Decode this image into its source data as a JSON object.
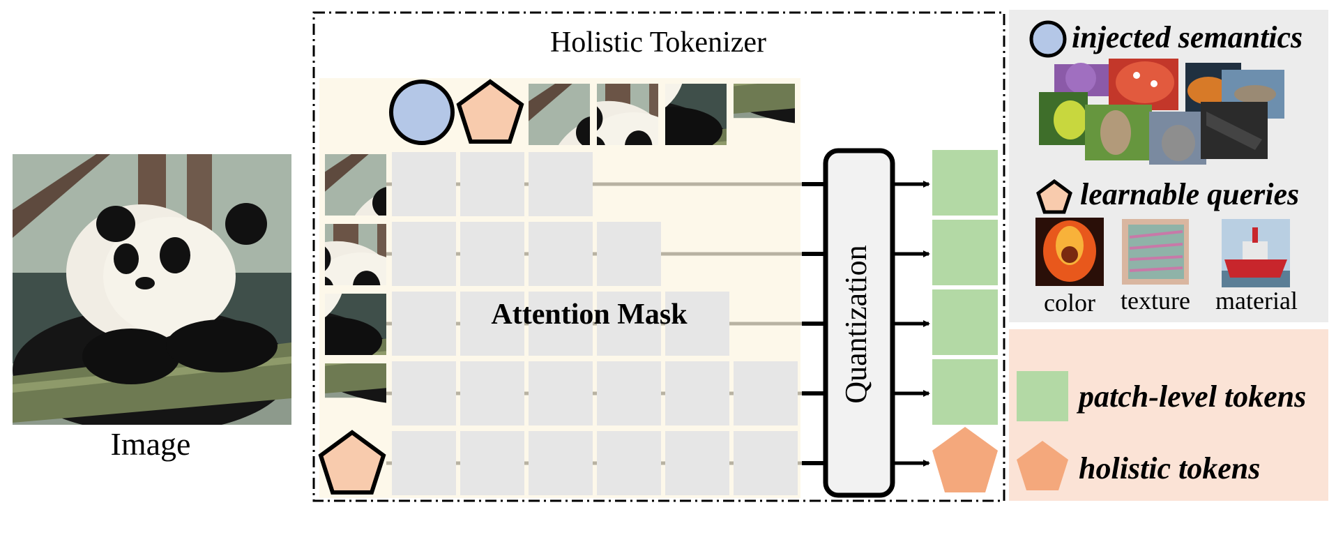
{
  "input": {
    "label": "Image"
  },
  "tokenizer": {
    "title": "Holistic Tokenizer",
    "mask_label": "Attention Mask",
    "quantization_label": "Quantization",
    "mask_row_lengths": [
      3,
      4,
      5,
      6,
      6
    ]
  },
  "legend": {
    "injected_semantics": "injected semantics",
    "learnable_queries": "learnable queries",
    "query_examples": [
      "color",
      "texture",
      "material"
    ],
    "patch_tokens": "patch-level tokens",
    "holistic_tokens": "holistic tokens"
  },
  "colors": {
    "semantic_circle": "#b4c7e7",
    "query_pentagon": "#f8cbad",
    "patch_token": "#b3d9a5",
    "holistic_token": "#f4a87c",
    "tokenizer_bg": "#fdf8ea",
    "mask_cell": "#e6e6e6",
    "semantics_panel": "#ececec",
    "tokens_panel": "#fbe3d6"
  }
}
